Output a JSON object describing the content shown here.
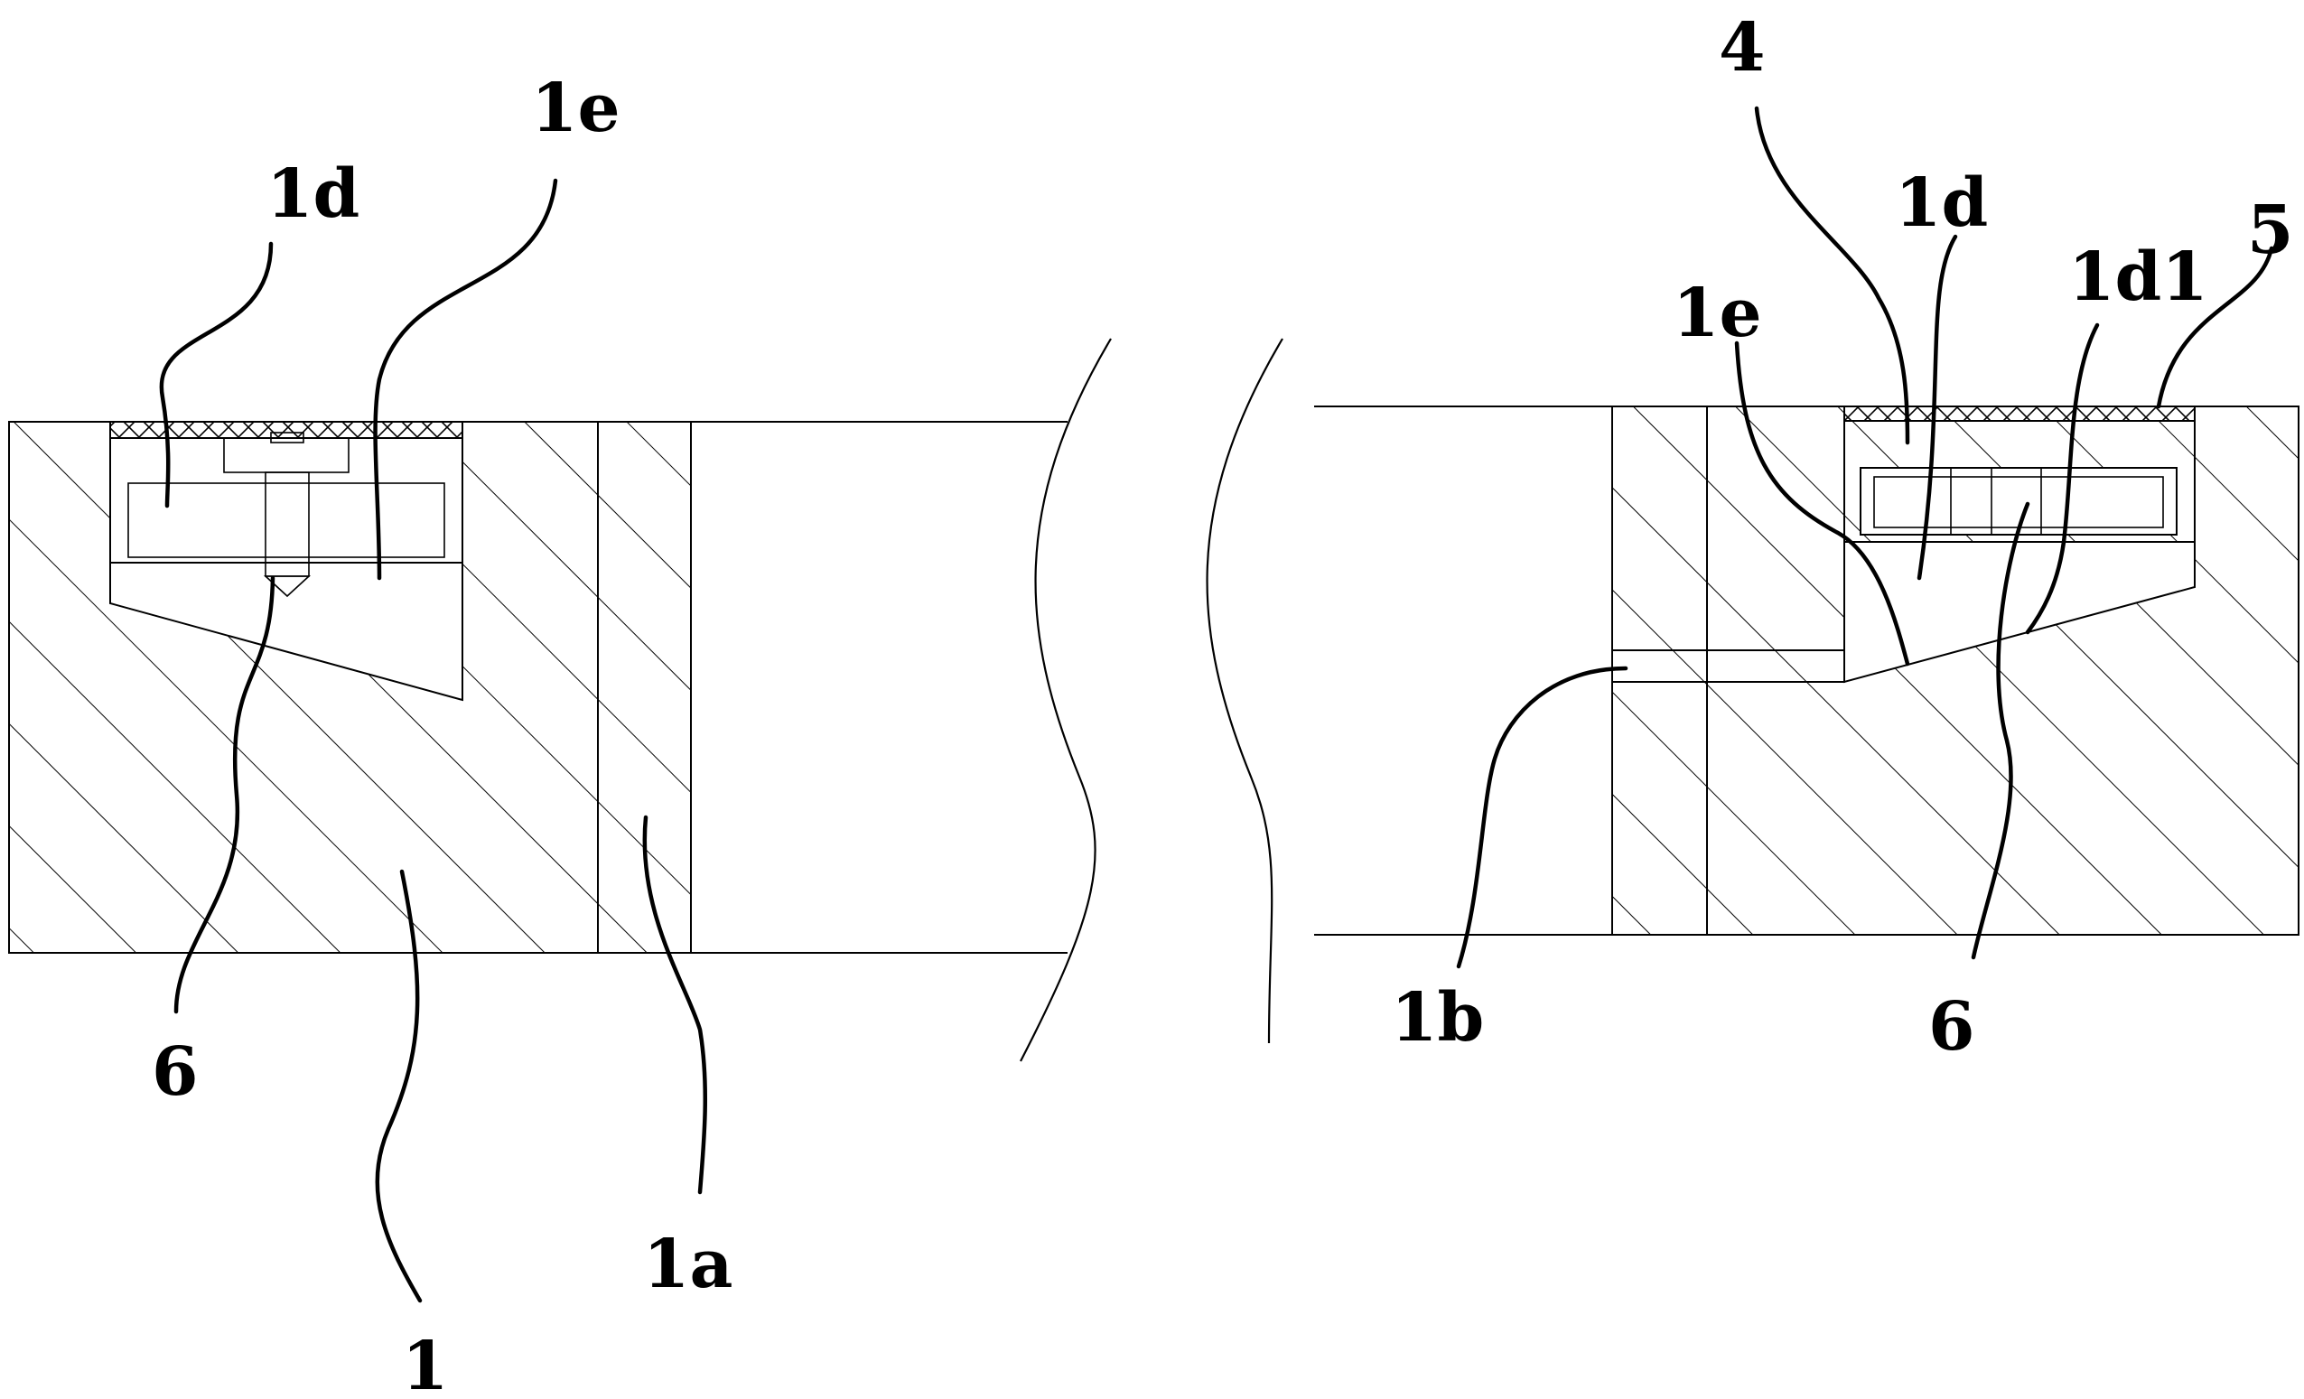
{
  "labels": {
    "left_1d": "1d",
    "left_1e": "1e",
    "left_6": "6",
    "left_1": "1",
    "left_1a": "1a",
    "right_4": "4",
    "right_1d": "1d",
    "right_5": "5",
    "right_1e": "1e",
    "right_1d1": "1d1",
    "right_1b": "1b",
    "right_6": "6"
  },
  "colors": {
    "line": "#000000",
    "background": "#ffffff"
  }
}
